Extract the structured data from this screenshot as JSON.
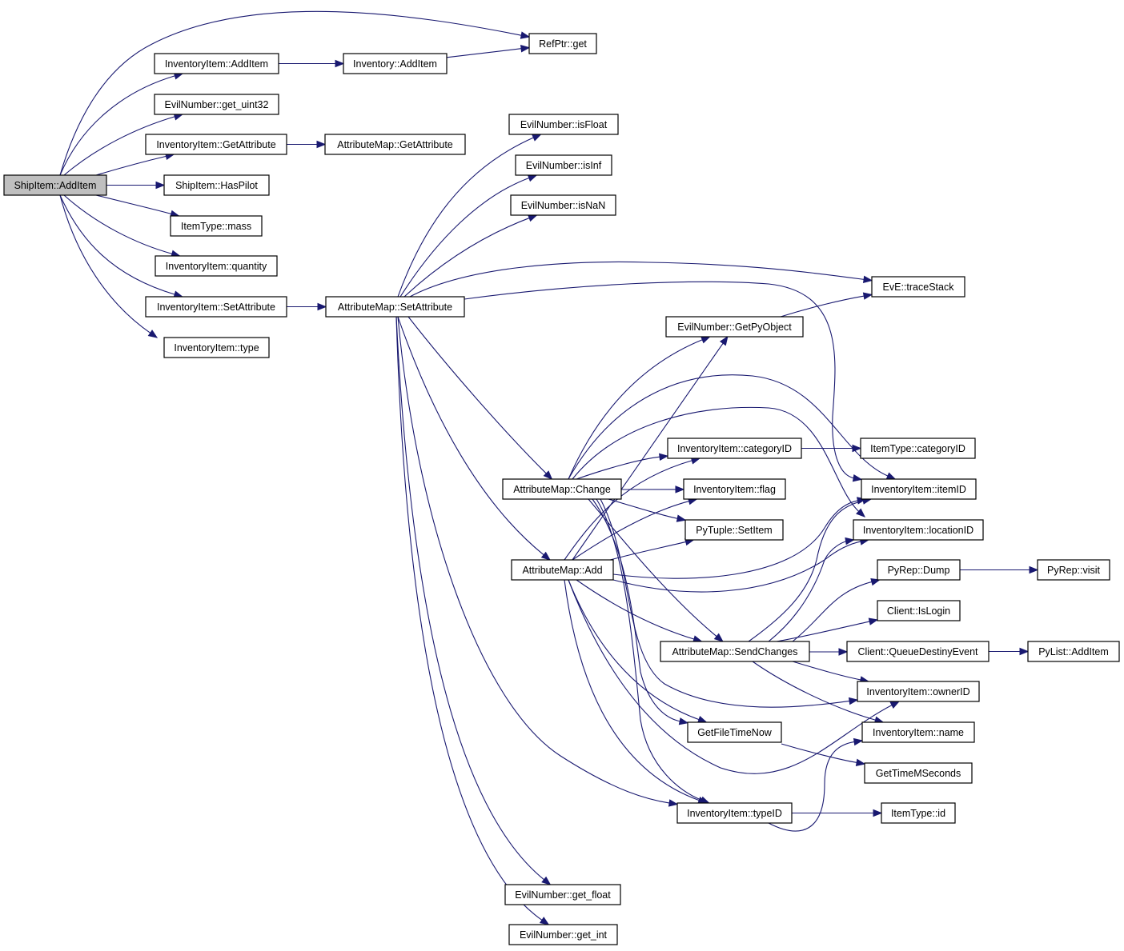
{
  "graph": {
    "nodes": [
      {
        "id": "shipitem_additem",
        "label": "ShipItem::AddItem",
        "root": true
      },
      {
        "id": "refptr_get",
        "label": "RefPtr::get"
      },
      {
        "id": "invitem_additem",
        "label": "InventoryItem::AddItem"
      },
      {
        "id": "inventory_additem",
        "label": "Inventory::AddItem"
      },
      {
        "id": "evil_get_uint32",
        "label": "EvilNumber::get_uint32"
      },
      {
        "id": "invitem_getattribute",
        "label": "InventoryItem::GetAttribute"
      },
      {
        "id": "attrmap_getattribute",
        "label": "AttributeMap::GetAttribute"
      },
      {
        "id": "shipitem_haspilot",
        "label": "ShipItem::HasPilot"
      },
      {
        "id": "itemtype_mass",
        "label": "ItemType::mass"
      },
      {
        "id": "invitem_quantity",
        "label": "InventoryItem::quantity"
      },
      {
        "id": "invitem_setattribute",
        "label": "InventoryItem::SetAttribute"
      },
      {
        "id": "attrmap_setattribute",
        "label": "AttributeMap::SetAttribute"
      },
      {
        "id": "invitem_type",
        "label": "InventoryItem::type"
      },
      {
        "id": "evil_isfloat",
        "label": "EvilNumber::isFloat"
      },
      {
        "id": "evil_isinf",
        "label": "EvilNumber::isInf"
      },
      {
        "id": "evil_isnan",
        "label": "EvilNumber::isNaN"
      },
      {
        "id": "eve_tracestack",
        "label": "EvE::traceStack"
      },
      {
        "id": "evil_getpyobject",
        "label": "EvilNumber::GetPyObject"
      },
      {
        "id": "invitem_categoryid",
        "label": "InventoryItem::categoryID"
      },
      {
        "id": "itemtype_categoryid",
        "label": "ItemType::categoryID"
      },
      {
        "id": "attrmap_change",
        "label": "AttributeMap::Change"
      },
      {
        "id": "invitem_flag",
        "label": "InventoryItem::flag"
      },
      {
        "id": "invitem_itemid",
        "label": "InventoryItem::itemID"
      },
      {
        "id": "pytuple_setitem",
        "label": "PyTuple::SetItem"
      },
      {
        "id": "invitem_locationid",
        "label": "InventoryItem::locationID"
      },
      {
        "id": "attrmap_add",
        "label": "AttributeMap::Add"
      },
      {
        "id": "pyrep_dump",
        "label": "PyRep::Dump"
      },
      {
        "id": "pyrep_visit",
        "label": "PyRep::visit"
      },
      {
        "id": "client_islogin",
        "label": "Client::IsLogin"
      },
      {
        "id": "attrmap_sendchanges",
        "label": "AttributeMap::SendChanges"
      },
      {
        "id": "client_queuedestinyevent",
        "label": "Client::QueueDestinyEvent"
      },
      {
        "id": "pylist_additem",
        "label": "PyList::AddItem"
      },
      {
        "id": "invitem_ownerid",
        "label": "InventoryItem::ownerID"
      },
      {
        "id": "getfiletimenow",
        "label": "GetFileTimeNow"
      },
      {
        "id": "invitem_name",
        "label": "InventoryItem::name"
      },
      {
        "id": "gettimemseconds",
        "label": "GetTimeMSeconds"
      },
      {
        "id": "invitem_typeid",
        "label": "InventoryItem::typeID"
      },
      {
        "id": "itemtype_id",
        "label": "ItemType::id"
      },
      {
        "id": "evil_get_float",
        "label": "EvilNumber::get_float"
      },
      {
        "id": "evil_get_int",
        "label": "EvilNumber::get_int"
      }
    ],
    "edges": [
      [
        "shipitem_additem",
        "refptr_get"
      ],
      [
        "shipitem_additem",
        "invitem_additem"
      ],
      [
        "shipitem_additem",
        "evil_get_uint32"
      ],
      [
        "shipitem_additem",
        "invitem_getattribute"
      ],
      [
        "shipitem_additem",
        "shipitem_haspilot"
      ],
      [
        "shipitem_additem",
        "itemtype_mass"
      ],
      [
        "shipitem_additem",
        "invitem_quantity"
      ],
      [
        "shipitem_additem",
        "invitem_setattribute"
      ],
      [
        "shipitem_additem",
        "invitem_type"
      ],
      [
        "invitem_additem",
        "inventory_additem"
      ],
      [
        "inventory_additem",
        "refptr_get"
      ],
      [
        "invitem_getattribute",
        "attrmap_getattribute"
      ],
      [
        "invitem_setattribute",
        "attrmap_setattribute"
      ],
      [
        "attrmap_setattribute",
        "evil_isfloat"
      ],
      [
        "attrmap_setattribute",
        "evil_isinf"
      ],
      [
        "attrmap_setattribute",
        "evil_isnan"
      ],
      [
        "attrmap_setattribute",
        "eve_tracestack"
      ],
      [
        "attrmap_setattribute",
        "invitem_itemid"
      ],
      [
        "attrmap_setattribute",
        "attrmap_change"
      ],
      [
        "attrmap_setattribute",
        "attrmap_add"
      ],
      [
        "attrmap_setattribute",
        "invitem_typeid"
      ],
      [
        "attrmap_setattribute",
        "evil_get_float"
      ],
      [
        "attrmap_setattribute",
        "evil_get_int"
      ],
      [
        "evil_getpyobject",
        "eve_tracestack"
      ],
      [
        "invitem_categoryid",
        "itemtype_categoryid"
      ],
      [
        "attrmap_change",
        "evil_getpyobject"
      ],
      [
        "attrmap_change",
        "invitem_categoryid"
      ],
      [
        "attrmap_change",
        "invitem_flag"
      ],
      [
        "attrmap_change",
        "pytuple_setitem"
      ],
      [
        "attrmap_change",
        "invitem_itemid"
      ],
      [
        "attrmap_change",
        "invitem_locationid"
      ],
      [
        "attrmap_change",
        "attrmap_sendchanges"
      ],
      [
        "attrmap_change",
        "getfiletimenow"
      ],
      [
        "attrmap_change",
        "invitem_typeid"
      ],
      [
        "attrmap_change",
        "invitem_ownerid"
      ],
      [
        "attrmap_add",
        "evil_getpyobject"
      ],
      [
        "attrmap_add",
        "invitem_categoryid"
      ],
      [
        "attrmap_add",
        "invitem_flag"
      ],
      [
        "attrmap_add",
        "pytuple_setitem"
      ],
      [
        "attrmap_add",
        "invitem_itemid"
      ],
      [
        "attrmap_add",
        "invitem_locationid"
      ],
      [
        "attrmap_add",
        "attrmap_sendchanges"
      ],
      [
        "attrmap_add",
        "getfiletimenow"
      ],
      [
        "attrmap_add",
        "invitem_typeid"
      ],
      [
        "attrmap_add",
        "invitem_ownerid"
      ],
      [
        "attrmap_sendchanges",
        "invitem_itemid"
      ],
      [
        "attrmap_sendchanges",
        "invitem_locationid"
      ],
      [
        "attrmap_sendchanges",
        "pyrep_dump"
      ],
      [
        "attrmap_sendchanges",
        "client_islogin"
      ],
      [
        "attrmap_sendchanges",
        "client_queuedestinyevent"
      ],
      [
        "attrmap_sendchanges",
        "invitem_ownerid"
      ],
      [
        "attrmap_sendchanges",
        "invitem_name"
      ],
      [
        "pyrep_dump",
        "pyrep_visit"
      ],
      [
        "client_queuedestinyevent",
        "pylist_additem"
      ],
      [
        "getfiletimenow",
        "gettimemseconds"
      ],
      [
        "invitem_typeid",
        "itemtype_id"
      ],
      [
        "invitem_typeid",
        "invitem_name"
      ]
    ]
  }
}
